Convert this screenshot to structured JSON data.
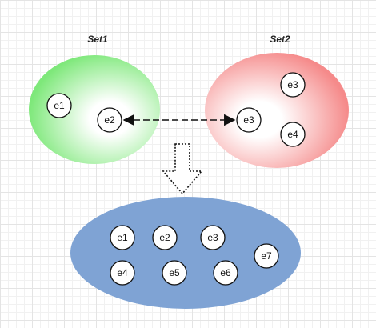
{
  "sets": {
    "set1": {
      "title": "Set1",
      "fill_color": "#7ee87a",
      "elements": {
        "a": "e1",
        "b": "e2"
      }
    },
    "set2": {
      "title": "Set2",
      "fill_color": "#f58a8a",
      "elements": {
        "a": "e3",
        "b": "e4",
        "c": "e3"
      }
    },
    "union": {
      "fill_color": "#7fa3d4",
      "elements": {
        "e1": "e1",
        "e2": "e2",
        "e3": "e3",
        "e4": "e4",
        "e5": "e5",
        "e6": "e6",
        "e7": "e7"
      }
    }
  },
  "connector": {
    "style": "dashed",
    "ends": "arrow-both",
    "color": "#111111"
  },
  "merge_arrow": {
    "style": "dotted",
    "direction": "down",
    "color": "#111111"
  }
}
